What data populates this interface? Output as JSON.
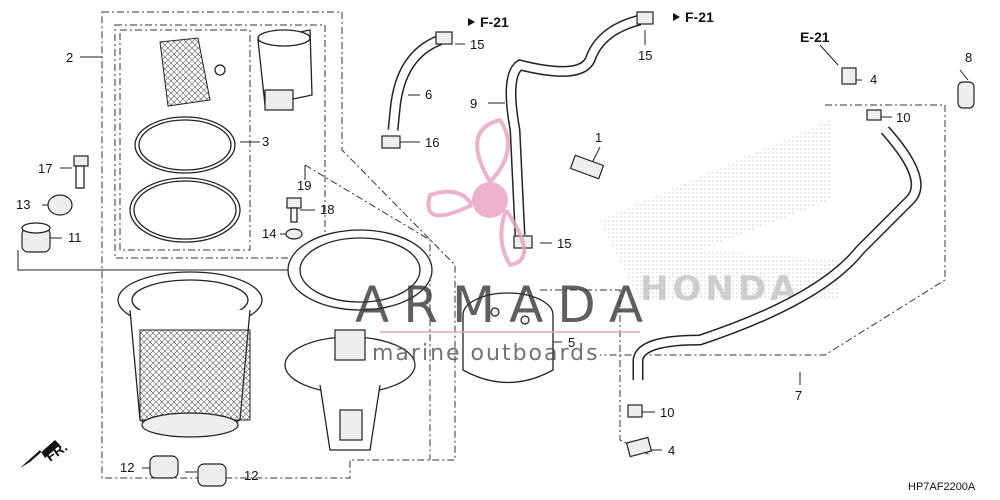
{
  "callouts": {
    "c1": "1",
    "c2": "2",
    "c3": "3",
    "c4a": "4",
    "c4b": "4",
    "c5": "5",
    "c6": "6",
    "c7": "7",
    "c8": "8",
    "c9": "9",
    "c10a": "10",
    "c10b": "10",
    "c11": "11",
    "c12a": "12",
    "c12b": "12",
    "c13": "13",
    "c14": "14",
    "c15a": "15",
    "c15b": "15",
    "c15c": "15",
    "c16": "16",
    "c17": "17",
    "c18": "18",
    "c19": "19"
  },
  "references": {
    "f21_left": "F-21",
    "f21_right": "F-21",
    "e21": "E-21",
    "front": "FR."
  },
  "diagram_code": "HP7AF2200A",
  "watermark": {
    "brand": "ARMADA",
    "tagline": "marine outboards",
    "background_logo": "HONDA"
  },
  "colors": {
    "line": "#222222",
    "watermark_pink": "#e8a0bf",
    "halftone": "#cccccc"
  }
}
